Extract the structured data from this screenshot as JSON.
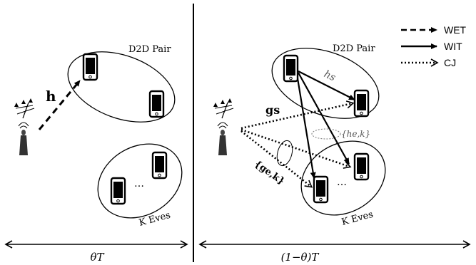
{
  "legend": {
    "wet": "WET",
    "wit": "WIT",
    "cj": "CJ"
  },
  "left_panel": {
    "d2d_label": "D2D Pair",
    "eves_label": "K Eves",
    "channel_h": "h",
    "ellipsis": "…",
    "duration_label": "θT"
  },
  "right_panel": {
    "d2d_label": "D2D Pair",
    "eves_label": "K Eves",
    "channel_hs": "hs",
    "channel_gs": "gs",
    "channel_gek": "{ge,k}",
    "channel_hek": "{he,k}",
    "ellipsis": "…",
    "duration_label": "(1−θ)T"
  },
  "colors": {
    "ink": "#000000",
    "grey_label": "#555555",
    "background": "#ffffff"
  }
}
